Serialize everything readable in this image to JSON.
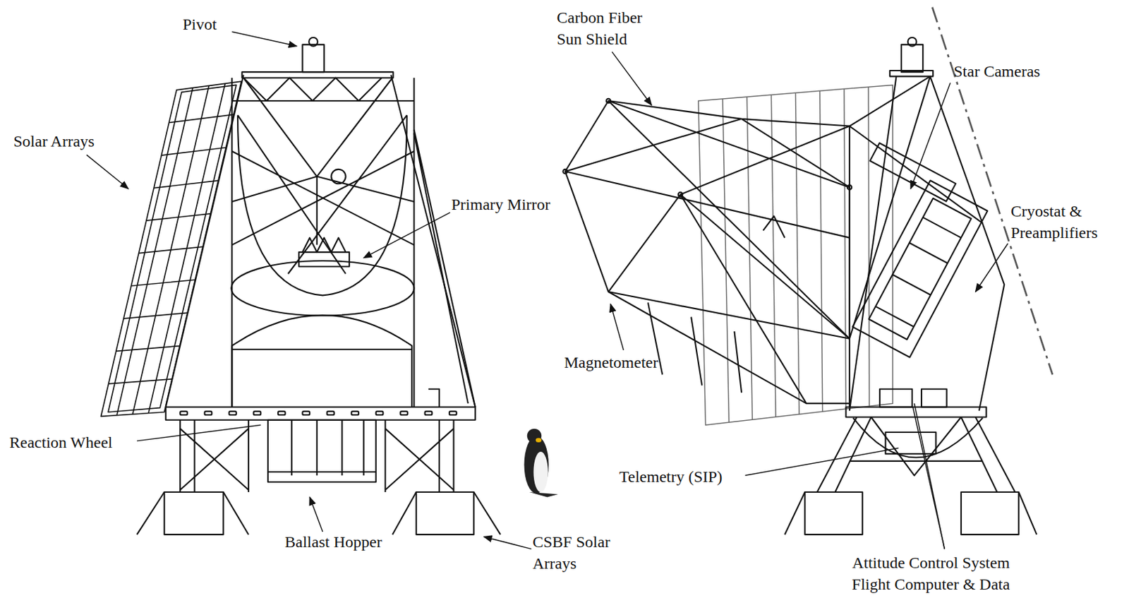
{
  "diagram": {
    "labels": [
      "Pivot",
      "Solar Arrays",
      "Primary Mirror",
      "Reaction Wheel",
      "Ballast Hopper",
      "CSBF Solar Arrays",
      "Carbon Fiber Sun Shield",
      "Star Cameras",
      "Cryostat & Preamplifiers",
      "Magnetometer",
      "Telemetry (SIP)",
      "Attitude Control System Flight Computer & Data"
    ]
  }
}
